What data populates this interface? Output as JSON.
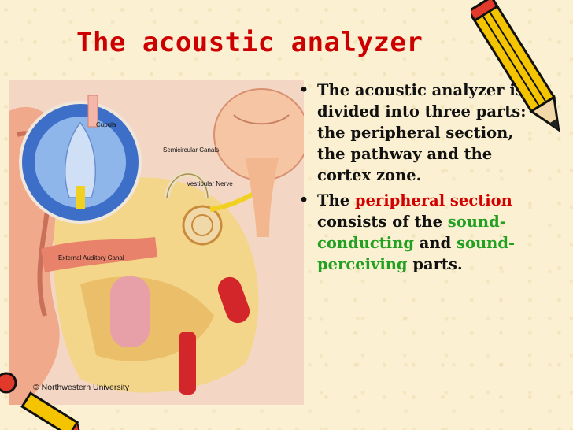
{
  "slide": {
    "title": "The acoustic analyzer",
    "bullet1": "The acoustic analyzer is divided into three parts: the peripheral section, the pathway and the cortex zone.",
    "bullet2_parts": [
      {
        "text": "The ",
        "style": "plain"
      },
      {
        "text": "peripheral section",
        "style": "red"
      },
      {
        "text": " consists of the ",
        "style": "plain"
      },
      {
        "text": "sound-conducting",
        "style": "green"
      },
      {
        "text": " and ",
        "style": "plain"
      },
      {
        "text": "sound-perceiving",
        "style": "green"
      },
      {
        "text": " parts.",
        "style": "plain"
      }
    ],
    "bullet_glyph": "•"
  },
  "figure": {
    "labels": {
      "cupula": "Cupula",
      "semicircular": "Semicircular Canals",
      "vestibular": "Vestibular Nerve",
      "external": "External Auditory Canal"
    },
    "copyright": "© Northwestern University"
  },
  "colors": {
    "title": "#cc0000",
    "highlight_red": "#d40000",
    "highlight_green": "#22a022",
    "background": "#fbf1d2"
  },
  "icons": [
    "pencil-icon",
    "pencil-icon"
  ]
}
